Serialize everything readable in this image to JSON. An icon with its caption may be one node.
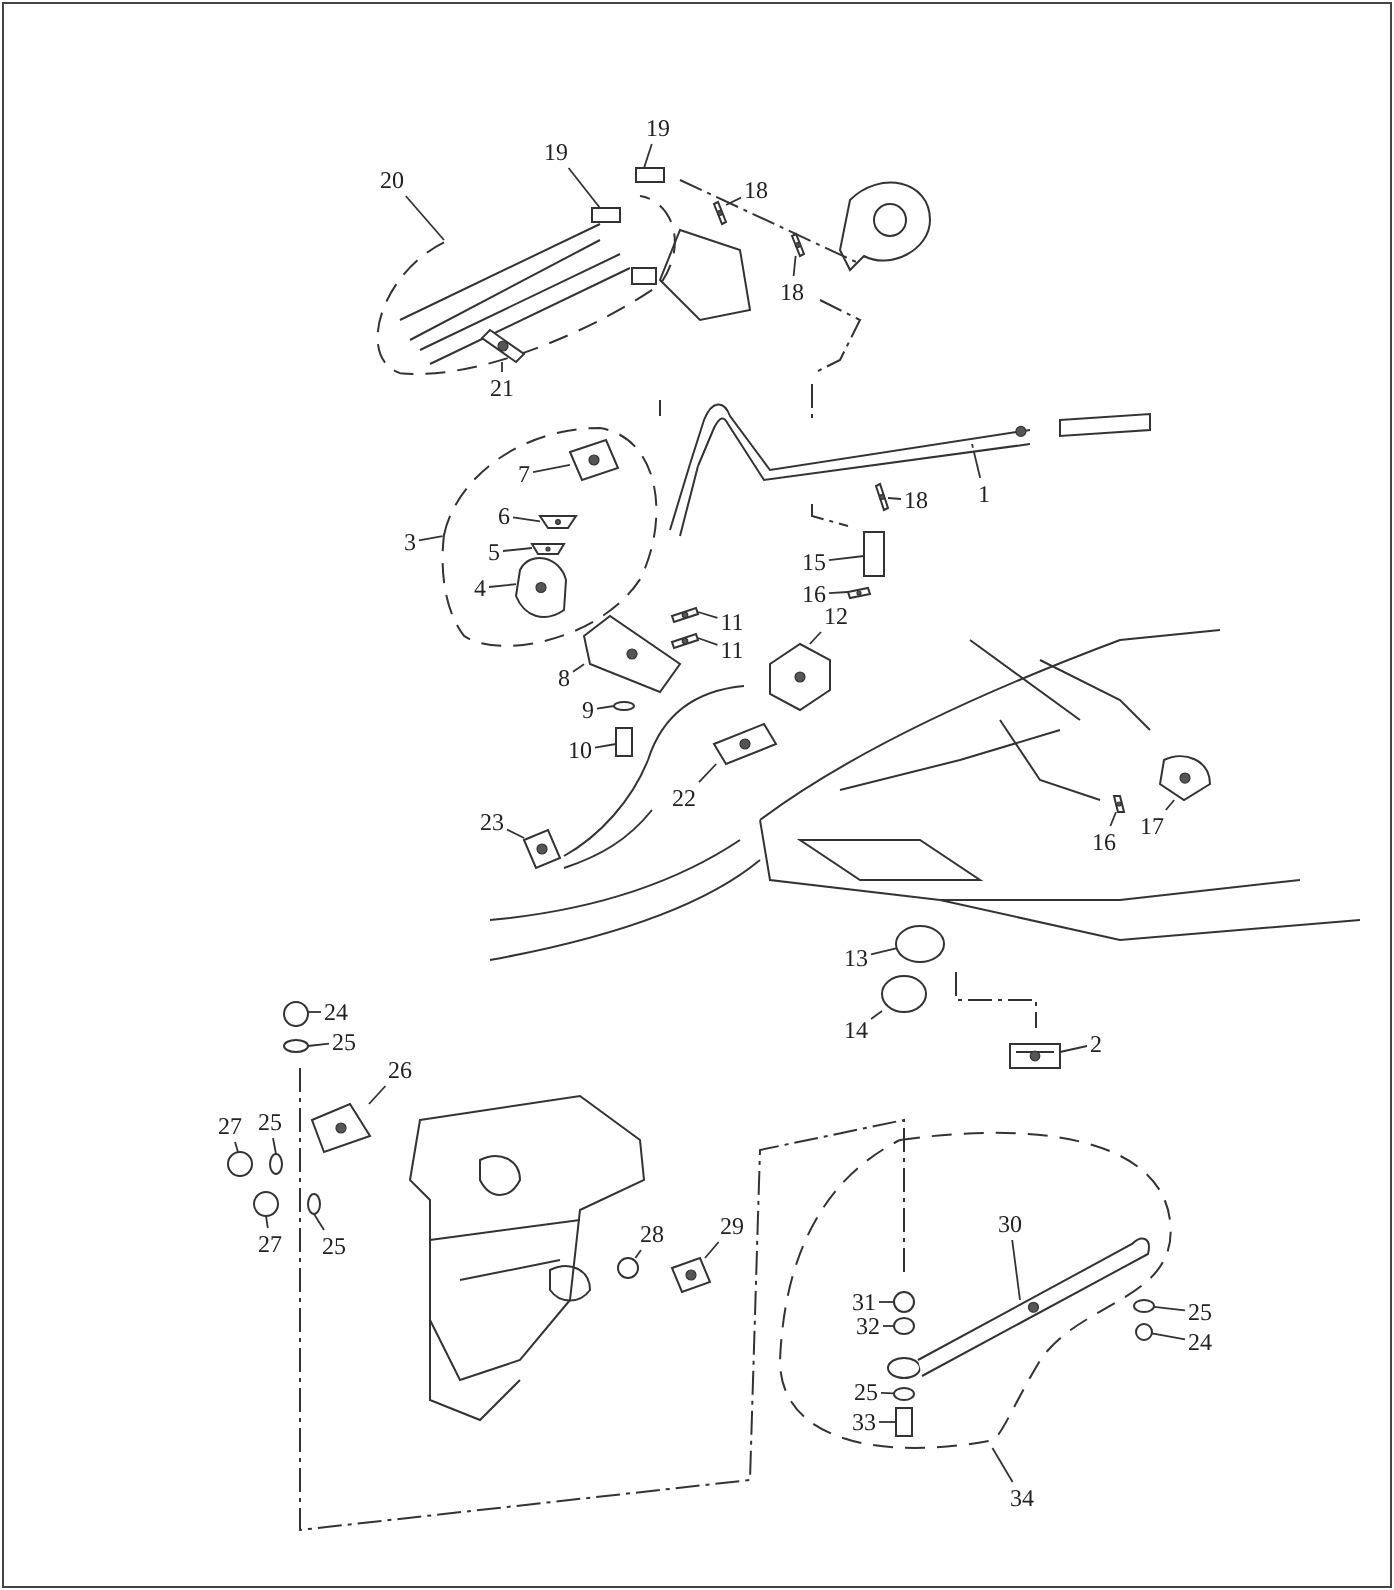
{
  "diagram": {
    "nodes": [
      {
        "text": [
          "19"
        ]
      },
      {
        "text": [
          "19"
        ]
      },
      {
        "text": [
          "18"
        ]
      },
      {
        "text": [
          "20"
        ]
      },
      {
        "text": [
          "18"
        ]
      },
      {
        "text": [
          "21"
        ]
      },
      {
        "text": [
          "7"
        ],
        "in": 54
      },
      {
        "text": [
          "1"
        ]
      },
      {
        "text": [
          "18"
        ]
      },
      {
        "text": [
          "3"
        ]
      },
      {
        "text": [
          "6"
        ],
        "in": 54
      },
      {
        "text": [
          "5"
        ],
        "in": 54
      },
      {
        "text": [
          "15"
        ]
      },
      {
        "text": [
          "4"
        ],
        "in": 54
      },
      {
        "text": [
          "16"
        ]
      },
      {
        "text": [
          "11"
        ]
      },
      {
        "text": [
          "11"
        ]
      },
      {
        "text": [
          "8"
        ]
      },
      {
        "text": [
          "12"
        ]
      },
      {
        "text": [
          "9"
        ]
      },
      {
        "text": [
          "10"
        ]
      },
      {
        "text": [
          "22"
        ]
      },
      {
        "text": [
          "23"
        ]
      },
      {
        "text": [
          "16"
        ]
      },
      {
        "text": [
          "17"
        ]
      },
      {
        "text": [
          "13"
        ]
      },
      {
        "text": [
          "14"
        ]
      },
      {
        "text": [
          "2"
        ]
      },
      {
        "text": [
          "24"
        ]
      },
      {
        "text": [
          "25"
        ]
      },
      {
        "text": [
          "26"
        ]
      },
      {
        "text": [
          "27"
        ]
      },
      {
        "text": [
          "25"
        ]
      },
      {
        "text": [
          "27"
        ]
      },
      {
        "text": [
          "25"
        ]
      },
      {
        "text": [
          "28"
        ]
      },
      {
        "text": [
          "29"
        ]
      },
      {
        "text": [
          "30"
        ],
        "in": 89
      },
      {
        "text": [
          "31"
        ],
        "in": 89
      },
      {
        "text": [
          "32"
        ],
        "in": 89
      },
      {
        "text": [
          "25"
        ]
      },
      {
        "text": [
          "24"
        ]
      },
      {
        "text": [
          "25"
        ],
        "in": 89
      },
      {
        "text": [
          "33"
        ],
        "in": 89
      },
      {
        "text": [
          "34"
        ]
      },
      {
        "text": [],
        "shape": "box"
      },
      {
        "text": [],
        "shape": "box",
        "in": 48
      },
      {
        "text": [],
        "shape": "picture"
      },
      {
        "text": [],
        "shape": "cloud"
      },
      {
        "text": [],
        "shape": "picture"
      },
      {
        "text": [],
        "shape": "picture",
        "in": 48
      },
      {
        "text": [],
        "shape": "picture",
        "in": 54
      },
      {
        "text": [],
        "shape": "picture"
      },
      {
        "text": [],
        "shape": "picture"
      },
      {
        "text": [],
        "shape": "cloud"
      },
      {
        "text": [],
        "shape": "picture",
        "in": 54
      },
      {
        "text": [],
        "shape": "picture",
        "in": 54
      },
      {
        "text": [],
        "shape": "box"
      },
      {
        "text": [],
        "shape": "picture",
        "in": 54
      },
      {
        "text": [],
        "shape": "picture"
      },
      {
        "text": [],
        "shape": "picture"
      },
      {
        "text": [],
        "shape": "picture"
      },
      {
        "text": [],
        "shape": "picture"
      },
      {
        "text": [],
        "shape": "picture"
      },
      {
        "text": [],
        "shape": "circle"
      },
      {
        "text": [],
        "shape": "box"
      },
      {
        "text": [],
        "shape": "picture"
      },
      {
        "text": [],
        "shape": "picture"
      },
      {
        "text": [],
        "shape": "picture"
      },
      {
        "text": [],
        "shape": "picture"
      },
      {
        "text": [],
        "shape": "circle"
      },
      {
        "text": [],
        "shape": "circle"
      },
      {
        "text": [],
        "shape": "picture"
      },
      {
        "text": [],
        "shape": "circle"
      },
      {
        "text": [],
        "shape": "circle"
      },
      {
        "text": [],
        "shape": "picture"
      },
      {
        "text": [],
        "shape": "circle"
      },
      {
        "text": [],
        "shape": "circle"
      },
      {
        "text": [],
        "shape": "circle"
      },
      {
        "text": [],
        "shape": "circle"
      },
      {
        "text": [],
        "shape": "circle"
      },
      {
        "text": [],
        "shape": "picture"
      },
      {
        "text": [],
        "shape": "picture",
        "in": 89
      },
      {
        "text": [],
        "shape": "circle",
        "in": 89
      },
      {
        "text": [],
        "shape": "circle",
        "in": 89
      },
      {
        "text": [],
        "shape": "circle",
        "in": 89
      },
      {
        "text": [],
        "shape": "circle",
        "in": 89
      },
      {
        "text": [],
        "shape": "circle",
        "in": 89
      },
      {
        "text": [],
        "shape": "box",
        "in": 89
      },
      {
        "text": [],
        "shape": "cloud"
      }
    ],
    "edges": [
      {
        "from": 0,
        "to": 45,
        "arrow": "none"
      },
      {
        "from": 1,
        "to": 46,
        "arrow": "none"
      },
      {
        "from": 2,
        "to": 47,
        "arrow": "none"
      },
      {
        "from": 3,
        "to": 48,
        "arrow": "none"
      },
      {
        "from": 4,
        "to": 49,
        "arrow": "none"
      },
      {
        "from": 5,
        "to": 50,
        "arrow": "none"
      },
      {
        "from": 6,
        "to": 51,
        "arrow": "none"
      },
      {
        "from": 7,
        "to": 52,
        "arrow": "none"
      },
      {
        "from": 8,
        "to": 53,
        "arrow": "none"
      },
      {
        "from": 9,
        "to": 54,
        "arrow": "none"
      },
      {
        "from": 10,
        "to": 55,
        "arrow": "none"
      },
      {
        "from": 11,
        "to": 56,
        "arrow": "none"
      },
      {
        "from": 12,
        "to": 57,
        "arrow": "none"
      },
      {
        "from": 13,
        "to": 58,
        "arrow": "none"
      },
      {
        "from": 14,
        "to": 59,
        "arrow": "none"
      },
      {
        "from": 15,
        "to": 60,
        "arrow": "none"
      },
      {
        "from": 16,
        "to": 61,
        "arrow": "none"
      },
      {
        "from": 17,
        "to": 62,
        "arrow": "none"
      },
      {
        "from": 18,
        "to": 63,
        "arrow": "none"
      },
      {
        "from": 19,
        "to": 64,
        "arrow": "none"
      },
      {
        "from": 20,
        "to": 65,
        "arrow": "none"
      },
      {
        "from": 21,
        "to": 66,
        "arrow": "none"
      },
      {
        "from": 22,
        "to": 67,
        "arrow": "none"
      },
      {
        "from": 23,
        "to": 68,
        "arrow": "none"
      },
      {
        "from": 24,
        "to": 69,
        "arrow": "none"
      },
      {
        "from": 25,
        "to": 70,
        "arrow": "none"
      },
      {
        "from": 26,
        "to": 71,
        "arrow": "none"
      },
      {
        "from": 27,
        "to": 72,
        "arrow": "none"
      },
      {
        "from": 28,
        "to": 73,
        "arrow": "none"
      },
      {
        "from": 29,
        "to": 74,
        "arrow": "none"
      },
      {
        "from": 30,
        "to": 75,
        "arrow": "none"
      },
      {
        "from": 31,
        "to": 76,
        "arrow": "none"
      },
      {
        "from": 32,
        "to": 77,
        "arrow": "none"
      },
      {
        "from": 33,
        "to": 78,
        "arrow": "none"
      },
      {
        "from": 34,
        "to": 79,
        "arrow": "none"
      },
      {
        "from": 35,
        "to": 80,
        "arrow": "none"
      },
      {
        "from": 36,
        "to": 81,
        "arrow": "none"
      },
      {
        "from": 37,
        "to": 82,
        "arrow": "none"
      },
      {
        "from": 38,
        "to": 83,
        "arrow": "none"
      },
      {
        "from": 39,
        "to": 84,
        "arrow": "none"
      },
      {
        "from": 40,
        "to": 85,
        "arrow": "none"
      },
      {
        "from": 41,
        "to": 86,
        "arrow": "none"
      },
      {
        "from": 42,
        "to": 87,
        "arrow": "none"
      },
      {
        "from": 43,
        "to": 88,
        "arrow": "none"
      },
      {
        "from": 44,
        "to": 89,
        "arrow": "none"
      }
    ]
  }
}
